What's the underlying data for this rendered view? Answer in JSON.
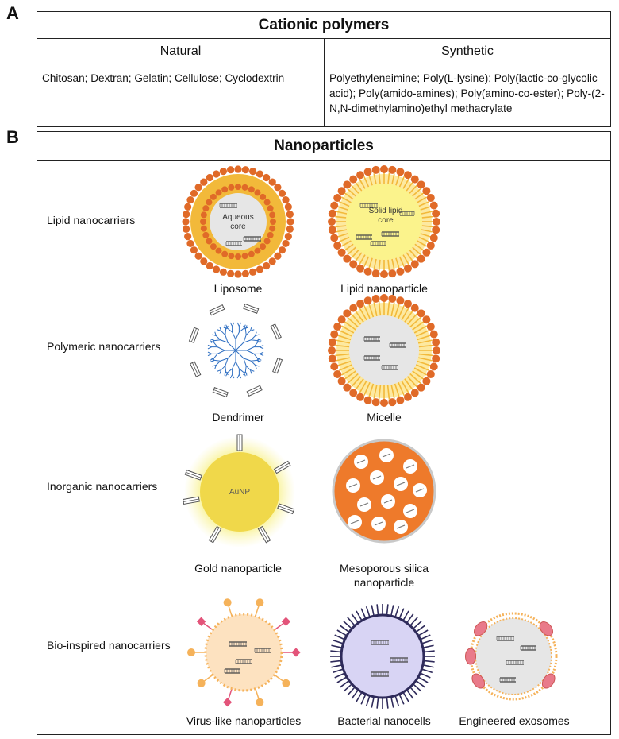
{
  "panel_a": {
    "letter": "A",
    "title": "Cationic polymers",
    "columns": [
      "Natural",
      "Synthetic"
    ],
    "natural_text": "Chitosan; Dextran;  Gelatin; Cellulose; Cyclodextrin",
    "synthetic_text": "Polyethyleneimine; Poly(L-lysine); Poly(lactic-co-glycolic acid); Poly(amido-amines); Poly(amino-co-ester); Poly-(2-N,N-dimethylamino)ethyl methacrylate"
  },
  "panel_b": {
    "letter": "B",
    "title": "Nanoparticles",
    "categories": [
      "Lipid nanocarriers",
      "Polymeric nanocarriers",
      "Inorganic nanocarriers",
      "Bio-inspired nanocarriers"
    ],
    "items": {
      "liposome": "Liposome",
      "liposome_core": [
        "Aqueous",
        "core"
      ],
      "lipid_np": "Lipid nanoparticle",
      "lipid_np_core": [
        "Solid lipid",
        "core"
      ],
      "dendrimer": "Dendrimer",
      "micelle": "Micelle",
      "gold_np": "Gold nanoparticle",
      "gold_label": "AuNP",
      "silica_np": "Mesoporous silica nanoparticle",
      "vlp": "Virus-like nanoparticles",
      "bacterial": "Bacterial nanocells",
      "exosomes": "Engineered exosomes"
    }
  },
  "colors": {
    "lipid_head": "#e06a28",
    "lipid_tail": "#f2b93a",
    "core_grey": "#e6e6e6",
    "solid_core": "#fbf38c",
    "gold": "#f0d84a",
    "silica": "#ee7a2b",
    "vlp_fill": "#fde2c0",
    "bacterial_fill": "#d8d4f4",
    "bacterial_spike": "#2e2a5a",
    "exosome_pink": "#e97a8a",
    "dendrimer_blue": "#2f6fc2"
  }
}
